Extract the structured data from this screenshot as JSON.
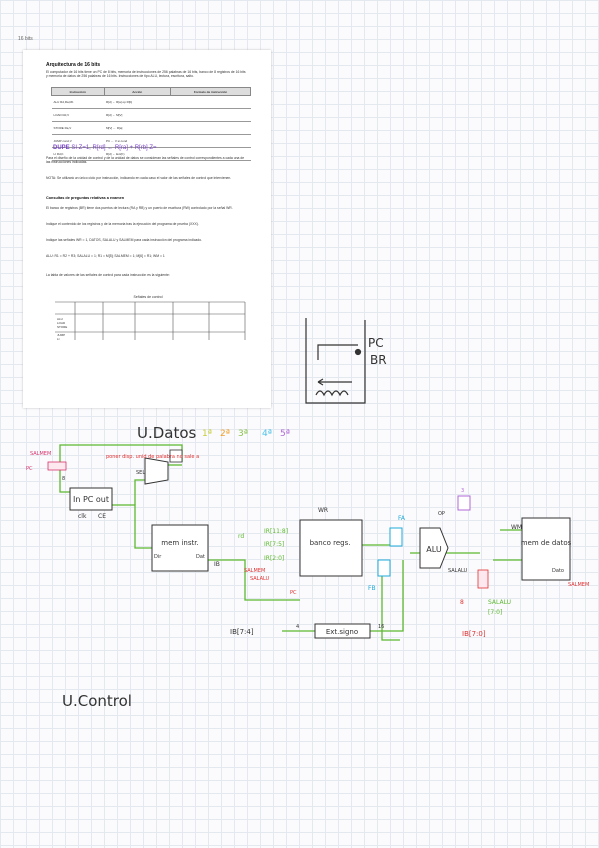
{
  "page_label": "16 bits",
  "sheet": {
    "title": "Arquitectura de 16 bits",
    "intro": "El computador de 16 bits tiene un PC de 8 bits, memoria de instrucciones de 256 palabras de 16 bits, banco de 8 registros de 16 bits y memoria de datos de 256 palabras de 16 bits. Instrucciones de tipo ALU, lectura, escritura, salto.",
    "table_headers": [
      "Instrucción",
      "Acción",
      "Formato de instrucción"
    ],
    "table_rows": [
      {
        "name": "ALU Rd,Ra,Rb",
        "action": "R[d] ← R[a] op R[b]"
      },
      {
        "name": "LOAD Rd,V",
        "action": "R[d] ← M[V]"
      },
      {
        "name": "STORE Ra,V",
        "action": "M[V] ← R[a]"
      },
      {
        "name": "JUMP cond,V",
        "action": "PC ← V si cond"
      },
      {
        "name": "LI Rd,K",
        "action": "R[d] ← Ext(K)"
      }
    ],
    "dupe_label": "DUPE",
    "dupe_note": "SI Z=1, R[rd] ← R[ra] + R[rb]  Z=",
    "para1": "Para el diseño de la unidad de control y de la unidad de datos se consideran las señales de control correspondientes a cada una de las instrucciones indicadas.",
    "para2": "NOTA: Se utilizará un único ciclo por instrucción, indicando en cada caso el valor de las señales de control que intervienen.",
    "bold1": "Consultas de preguntas relativas a examen",
    "para3": "El banco de registros (BR) tiene dos puertos de lectura (RA y RB) y un puerto de escritura (RW) controlado por la señal WR.",
    "para4": "Indique el contenido de los registros y de la memoria tras la ejecución del programa de prueba (XXX).",
    "para5": "Indique las señales WR = 1, DATOS, SALALU y SALMEM para cada instrucción del programa indicado.",
    "para6": "ALU: R1 = R2 + R3; SALALU = 1; R1 = M[5]; SALMEM = 1; M[6] = R1; WM = 1",
    "para7": "La tabla de valores de las señales de control para cada instrucción es la siguiente:",
    "signals_header": "Señales de control",
    "signals_rows": [
      "ALU",
      "LOAD",
      "STORE",
      "JUMP",
      "LI"
    ]
  },
  "sketch": {
    "pc": "PC",
    "br": "BR"
  },
  "udatos": {
    "title": "U.Datos",
    "cycles": [
      "1ª",
      "2ª",
      "3ª",
      "4ª",
      "5ª"
    ],
    "salmem": "SALMEM",
    "mux_in": "PC",
    "sel": "SEL",
    "red_note": "poner\ndisp. unid de\npalabra\nno sale a",
    "pc_block": "In PC out",
    "clk": "clk",
    "ce": "CE",
    "bus8": "8",
    "meminst": "mem\ninstr.",
    "dir": "Dir",
    "dat": "Dat",
    "ib": "IB",
    "rd_label": "rd",
    "rd_ir": "IR[11:8]",
    "ra_ir": "IR[7:5]",
    "rb_ir": "IR[2:0]",
    "banco": "banco\nregs.",
    "wr": "WR",
    "fa": "FA",
    "fb": "FB",
    "alu": "ALU",
    "op": "OP",
    "op_bus": "3",
    "salalu": "SALALU",
    "salmem2": "SALMEM",
    "pc_lbl": "PC",
    "ext": "Ext.signo",
    "ib_74": "IB[7:4]",
    "w4": "4",
    "w16": "16",
    "wm": "WM",
    "memdat": "mem\nde\ndatos",
    "dout": "Dato",
    "salmem3": "SALMEM",
    "salalu2": "SALALU",
    "bus_70": "[7:0]",
    "ib_70": "IB[7:0]",
    "n8": "8"
  },
  "ucontrol": {
    "title": "U.Control"
  }
}
